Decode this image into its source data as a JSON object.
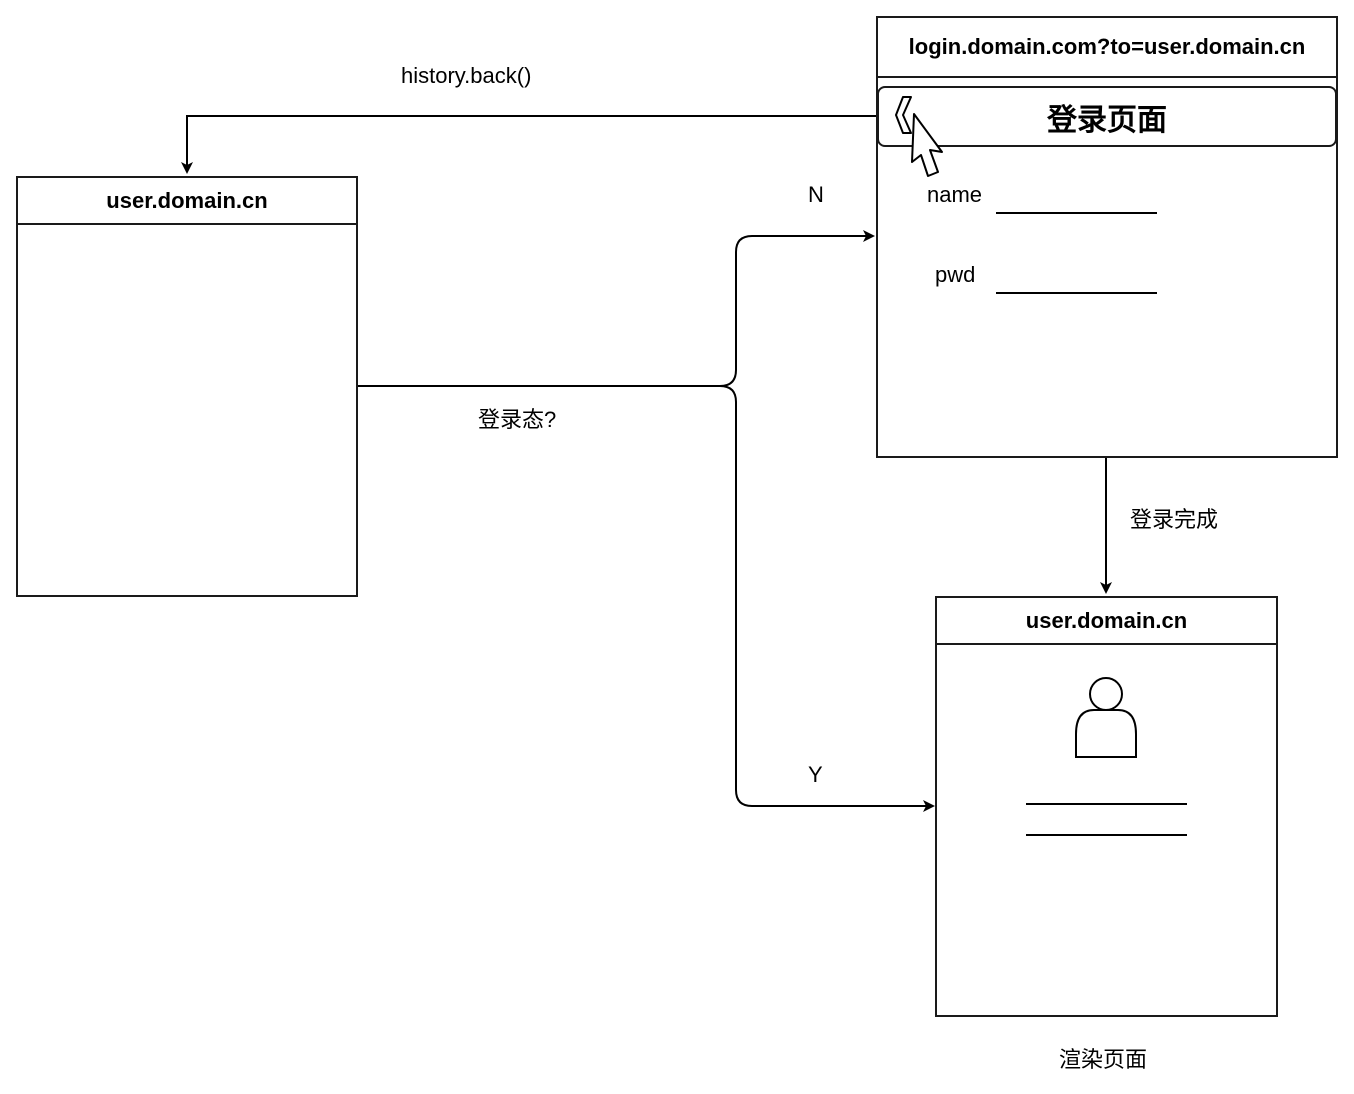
{
  "source_page": {
    "title": "user.domain.cn"
  },
  "login_page": {
    "url": "login.domain.com?to=user.domain.cn",
    "header_title": "登录页面",
    "name_label": "name",
    "pwd_label": "pwd"
  },
  "target_page": {
    "title": "user.domain.cn",
    "caption": "渲染页面"
  },
  "edges": {
    "history_back": "history.back()",
    "login_state": "登录态?",
    "branch_no": "N",
    "branch_yes": "Y",
    "login_done": "登录完成"
  },
  "icons": {
    "back": "chevron-left-icon",
    "cursor": "cursor-arrow-icon",
    "user": "user-avatar-icon"
  }
}
